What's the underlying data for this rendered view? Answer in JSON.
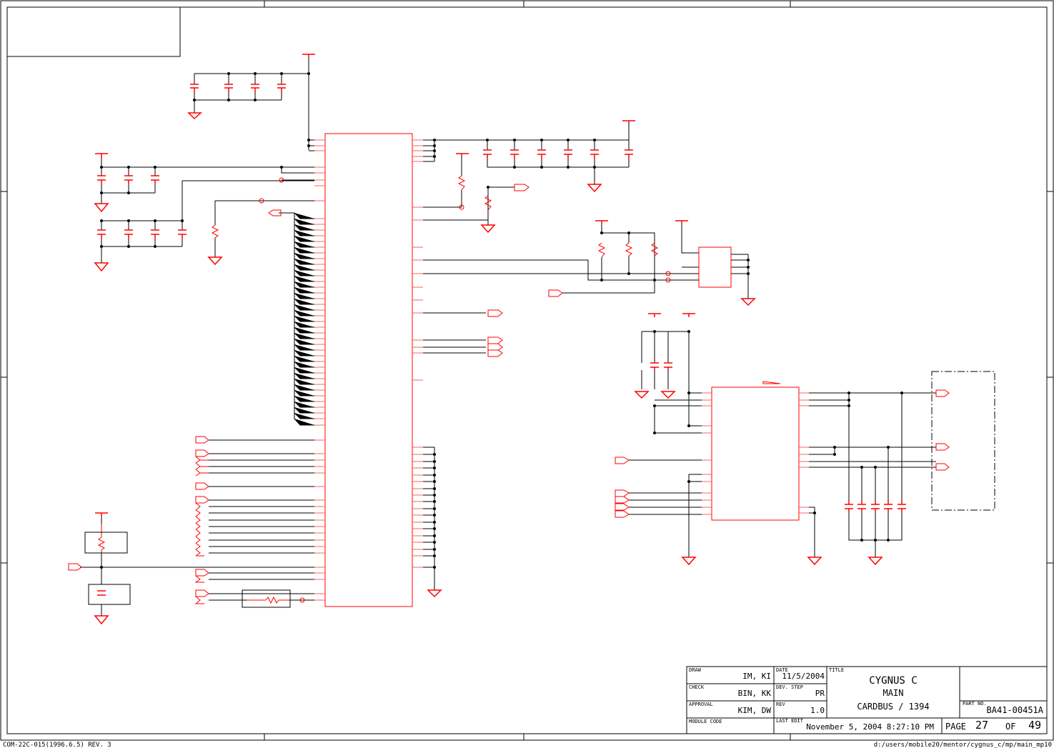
{
  "title_block": {
    "draw_label": "DRAW",
    "draw_value": "IM, KI",
    "check_label": "CHECK",
    "check_value": "BIN, KK",
    "approval_label": "APPROVAL",
    "approval_value": "KIM, DW",
    "module_code_label": "MODULE CODE",
    "date_label": "DATE",
    "date_value": "11/5/2004",
    "dev_step_label": "DEV. STEP",
    "dev_step_value": "PR",
    "rev_label": "REV",
    "rev_value": "1.0",
    "last_edit_label": "LAST EDIT",
    "last_edit_value": "November 5, 2004  8:27:10 PM",
    "title_label": "TITLE",
    "title_line1": "CYGNUS C",
    "title_line2": "MAIN",
    "title_line3": "CARDBUS / 1394",
    "part_no_label": "PART NO.",
    "part_no_value": "BA41-00451A",
    "page_label": "PAGE",
    "page_value": "27",
    "of_label": "OF",
    "of_value": "49"
  },
  "footer": {
    "form_code": "COM-22C-015(1996.6.5) REV. 3",
    "file_path": "d:/users/mobile20/mentor/cygnus_c/mp/main_mp10"
  },
  "colors": {
    "wire": "#000000",
    "component": "#ff0000",
    "pin": "#ff6060",
    "frame": "#000000"
  }
}
